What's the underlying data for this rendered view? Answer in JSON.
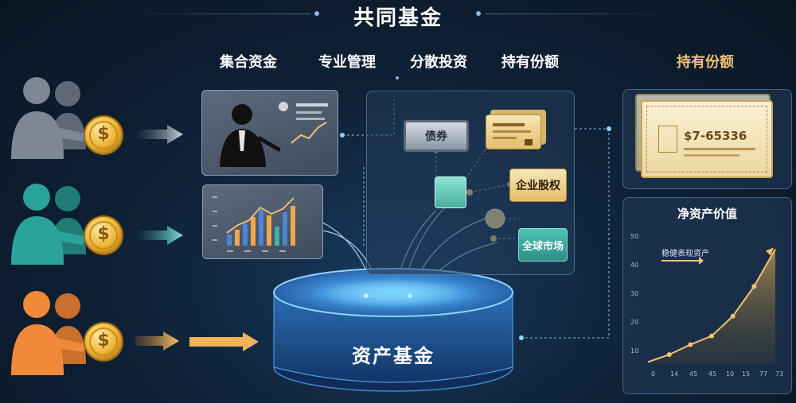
{
  "title": "共同基金",
  "steps": [
    "集合资金",
    "专业管理",
    "分散投资",
    "持有份额"
  ],
  "right_header": "持有份额",
  "assets": {
    "bond": "债券",
    "equity": "企业股权",
    "global": "全球市场"
  },
  "pool_label": "资产基金",
  "certificate_value": "$7-65336",
  "nav_panel": {
    "title": "净资产价值",
    "legend": "稳健表现资产",
    "y_ticks": [
      "50",
      "40",
      "30",
      "20",
      "10"
    ],
    "x_ticks": [
      "0",
      "14",
      "45",
      "45",
      "10",
      "15",
      "77",
      "73"
    ],
    "values": [
      0.5,
      3.5,
      7.5,
      11,
      19,
      31,
      46
    ]
  },
  "coin_symbol": "$",
  "colors": {
    "investor_1": "#7d8795",
    "investor_2": "#2aa39a",
    "investor_3": "#f08a3a",
    "gold": "#f2c272",
    "teal": "#3fb3a6"
  },
  "icons": [
    "person-icon",
    "coin-icon",
    "arrow-right-icon",
    "document-icon",
    "bar-chart-icon"
  ]
}
